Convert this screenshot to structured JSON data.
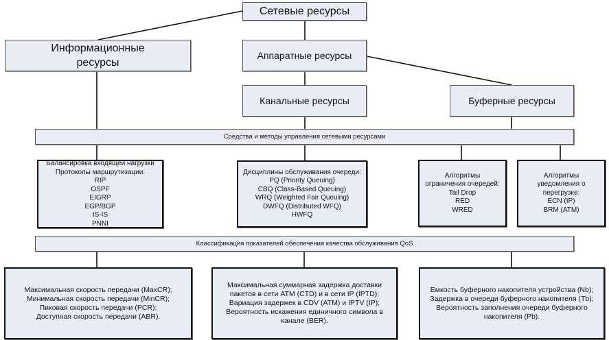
{
  "root": "Сетевые ресурсы",
  "info_resources": "Информационные ресурсы",
  "hardware_resources": "Аппаратные ресурсы",
  "channel_resources": "Канальные ресурсы",
  "buffer_resources": "Буферные ресурсы",
  "management_bar": "Средства и методы управления сетевыми ресурсами",
  "methods": [
    {
      "lines": [
        "Балансировка входящей нагрузки",
        "Протоколы маршрутизации:",
        "RIP",
        "OSPF",
        "EIGRP",
        "EGP/BGP",
        "IS-IS",
        "PNNI"
      ]
    },
    {
      "lines": [
        "Дисциплины обслуживания очереди:",
        "PQ (Priority Queuing)",
        "CBQ (Class-Based Queuing)",
        "WRQ (Weighted Fair Queuing)",
        "DWFQ (Distributed WFQ)",
        "HWFQ"
      ]
    },
    {
      "lines": [
        "Алгоритмы",
        "ограничения очередей:",
        "Tail Drop",
        "RED",
        "WRED"
      ]
    },
    {
      "lines": [
        "Алгоритмы",
        "уведомления о",
        "перегрузке:",
        "ECN (IP)",
        "BRM (ATM)"
      ]
    }
  ],
  "qos_bar": "Классификация показателей обеспечения качества обслуживания QoS",
  "qos": [
    {
      "lines": [
        "Максимальная скорость передачи (MaxCR);",
        "Минимальная скорость передачи (MinCR);",
        "Пиковая скорость передачи (PCR);",
        "Доступная скорость передачи (ABR)."
      ]
    },
    {
      "lines": [
        "Максимальная суммарная задержка доставки",
        "пакетов в сети ATM (CTD) и в сети IP (IPTD);",
        "Вариация задержек в CDV (ATM) и IPTV (IP);",
        "Вероятность искажения единичного символа в",
        "канале (BER)."
      ]
    },
    {
      "lines": [
        "Емкость буферного накопителя устройства (Nb);",
        "Задержка в очереди буферного накопителя (Tb);",
        "Вероятность заполнения очереди буферного",
        "накопителя (Pb)."
      ]
    }
  ],
  "colors": {
    "box_fill": "#e9eef6",
    "border": "#111111"
  }
}
